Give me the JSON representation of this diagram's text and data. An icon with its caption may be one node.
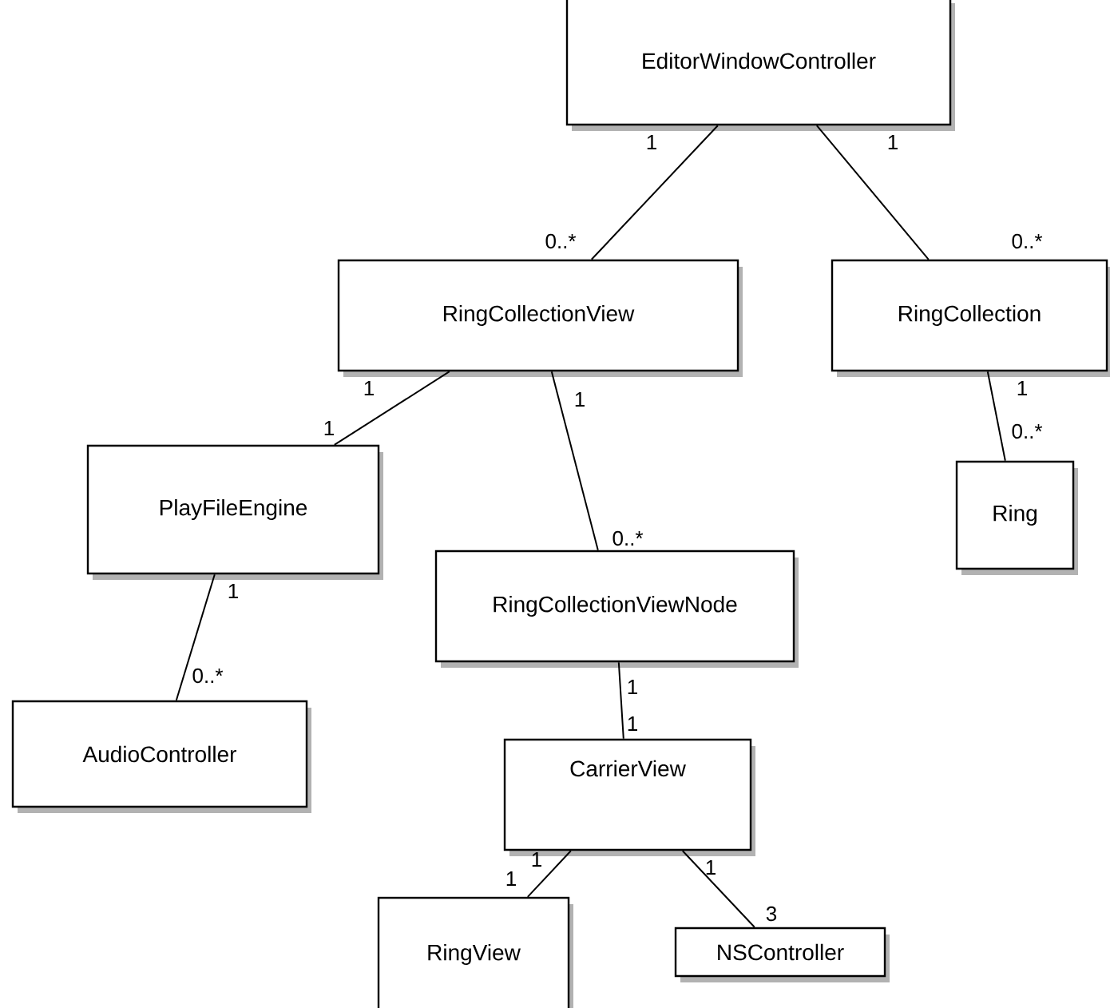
{
  "diagram": {
    "nodes": [
      {
        "text": [
          "EditorWindowController"
        ]
      },
      {
        "text": [
          "RingCollectionView"
        ]
      },
      {
        "text": [
          "RingCollection"
        ]
      },
      {
        "text": [
          "Ring"
        ]
      },
      {
        "text": [
          "PlayFileEngine"
        ]
      },
      {
        "text": [
          "RingCollectionViewNode"
        ]
      },
      {
        "text": [
          "AudioController"
        ]
      },
      {
        "text": [
          "CarrierView"
        ]
      },
      {
        "text": [
          "RingView"
        ]
      },
      {
        "text": [
          "NSController"
        ]
      }
    ],
    "edges": [
      {
        "from": 0,
        "to": 1,
        "arrow": "none"
      },
      {
        "from": 0,
        "to": 2,
        "arrow": "none"
      },
      {
        "from": 1,
        "to": 4,
        "arrow": "none"
      },
      {
        "from": 1,
        "to": 5,
        "arrow": "none"
      },
      {
        "from": 2,
        "to": 3,
        "arrow": "none"
      },
      {
        "from": 4,
        "to": 6,
        "arrow": "none"
      },
      {
        "from": 5,
        "to": 7,
        "arrow": "none"
      },
      {
        "from": 7,
        "to": 8,
        "arrow": "none"
      },
      {
        "from": 7,
        "to": 9,
        "arrow": "none"
      }
    ],
    "labels": [
      "1",
      "1",
      "0..*",
      "0..*",
      "1",
      "1",
      "1",
      "1",
      "0..*",
      "1",
      "0..*",
      "1",
      "0..*",
      "1",
      "1",
      "1",
      "1",
      "3"
    ]
  }
}
